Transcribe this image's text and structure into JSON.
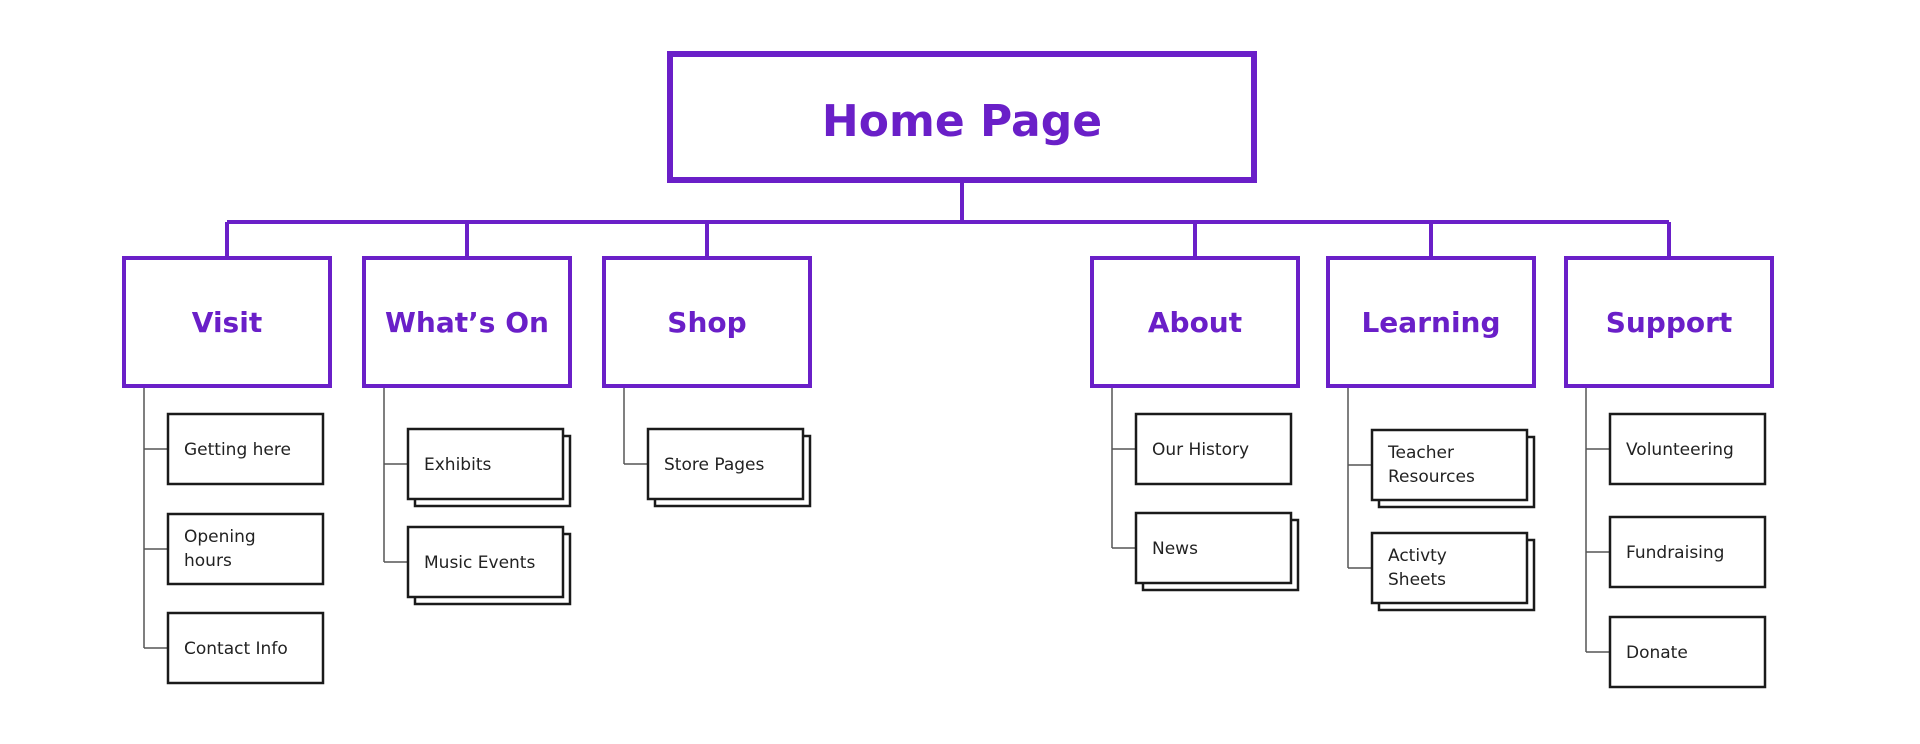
{
  "root": {
    "label": "Home Page"
  },
  "sections": [
    {
      "label": "Visit",
      "pages": [
        {
          "label": "Getting here",
          "stacked": false
        },
        {
          "label": "Opening hours",
          "stacked": false
        },
        {
          "label": "Contact Info",
          "stacked": false
        }
      ]
    },
    {
      "label": "What’s On",
      "pages": [
        {
          "label": "Exhibits",
          "stacked": true
        },
        {
          "label": "Music Events",
          "stacked": true
        }
      ]
    },
    {
      "label": "Shop",
      "pages": [
        {
          "label": "Store Pages",
          "stacked": true
        }
      ]
    },
    {
      "label": "About",
      "pages": [
        {
          "label": "Our History",
          "stacked": false
        },
        {
          "label": "News",
          "stacked": true
        }
      ]
    },
    {
      "label": "Learning",
      "pages": [
        {
          "label": "Teacher Resources",
          "stacked": true
        },
        {
          "label": "Activty Sheets",
          "stacked": true
        }
      ]
    },
    {
      "label": "Support",
      "pages": [
        {
          "label": "Volunteering",
          "stacked": false
        },
        {
          "label": "Fundraising",
          "stacked": false
        },
        {
          "label": "Donate",
          "stacked": false
        }
      ]
    }
  ],
  "colors": {
    "accent": "#6a1fc8",
    "box_border": "#1a1a1a",
    "connector": "#555555"
  }
}
